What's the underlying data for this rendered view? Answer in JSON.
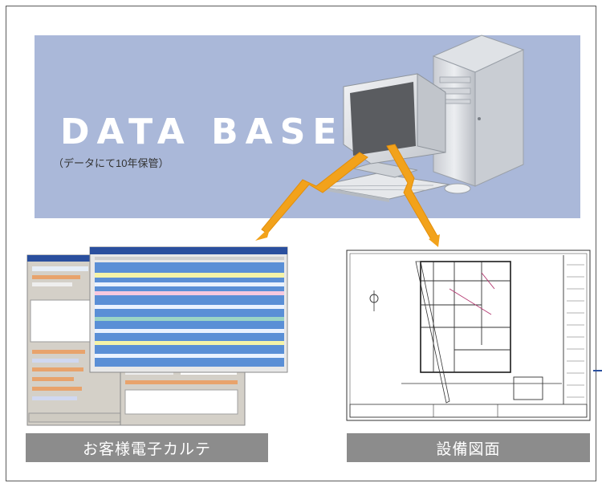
{
  "database": {
    "title": "DATA BASE",
    "subtitle": "（データにて10年保管）"
  },
  "captions": {
    "customer_records": "お客様電子カルテ",
    "equipment_drawings": "設備図面"
  },
  "colors": {
    "panel": "#aab8d9",
    "arrow": "#f2a21b",
    "caption_bg": "#8c8c8c"
  }
}
